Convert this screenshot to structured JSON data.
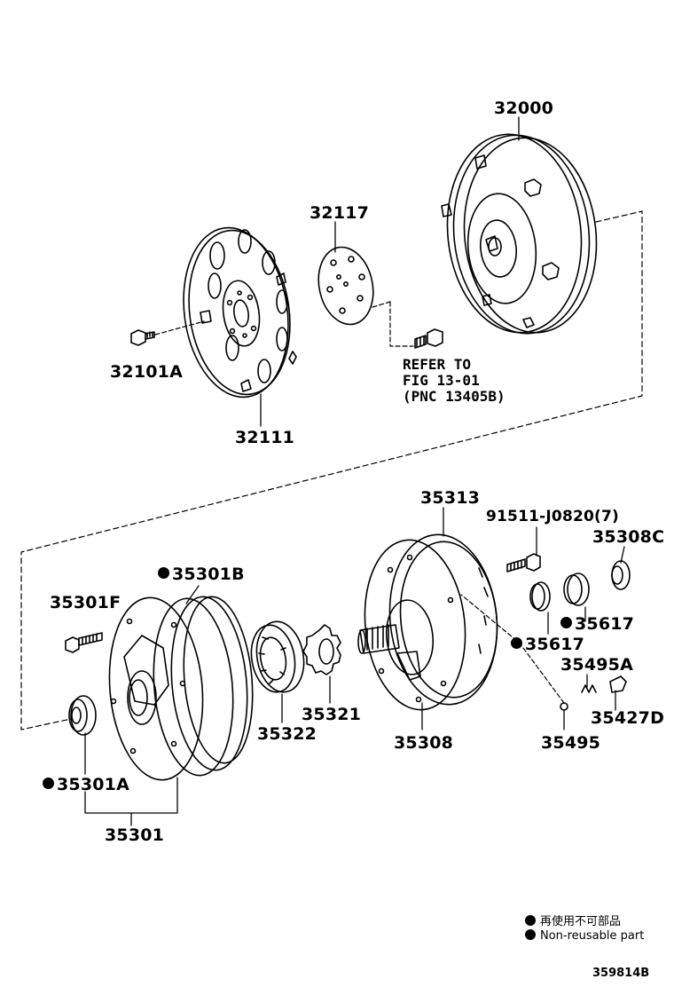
{
  "parts": {
    "p32000": "32000",
    "p32117": "32117",
    "p32101A": "32101A",
    "p32111": "32111",
    "p35313": "35313",
    "p91511": "91511-J0820(7)",
    "p35308C": "35308C",
    "p35301B": "35301B",
    "p35301F": "35301F",
    "p35617a": "35617",
    "p35617b": "35617",
    "p35495A": "35495A",
    "p35322": "35322",
    "p35321": "35321",
    "p35308": "35308",
    "p35427D": "35427D",
    "p35495": "35495",
    "p35301A": "35301A",
    "p35301": "35301"
  },
  "reference": {
    "line1": "REFER TO",
    "line2": "FIG 13-01",
    "line3": "(PNC 13405B)"
  },
  "legend": {
    "japanese": "再使用不可部品",
    "english": "Non-reusable part"
  },
  "figure_id": "359814B"
}
